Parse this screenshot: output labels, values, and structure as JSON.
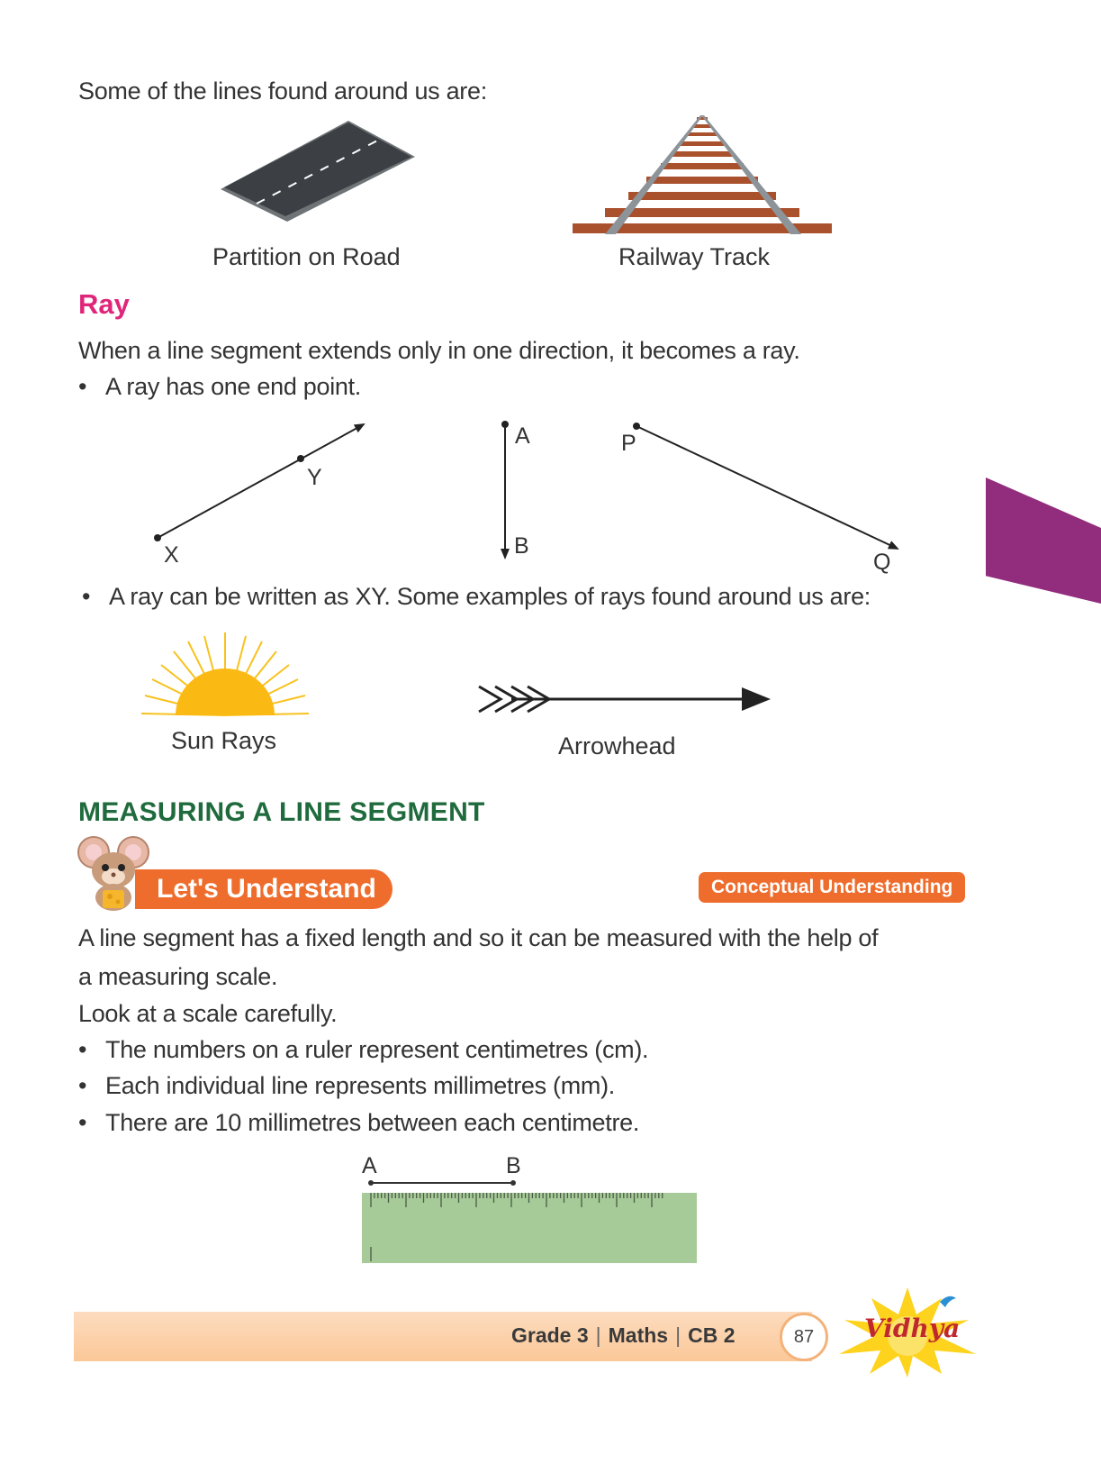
{
  "intro": "Some of the lines found around us are:",
  "figures_top": [
    {
      "caption": "Partition on Road",
      "icon": "road-icon"
    },
    {
      "caption": "Railway Track",
      "icon": "railway-track-icon"
    }
  ],
  "ray": {
    "heading": "Ray",
    "definition": "When a line segment extends only in one direction, it becomes a ray.",
    "bullet1": "A ray has one end point.",
    "diagram_labels": {
      "x": "X",
      "y": "Y",
      "a": "A",
      "b": "B",
      "p": "P",
      "q": "Q"
    },
    "bullet2": "A ray can be written as XY. Some examples of rays found around us are:",
    "examples": [
      {
        "caption": "Sun Rays",
        "icon": "sun-rays-icon"
      },
      {
        "caption": "Arrowhead",
        "icon": "arrow-icon"
      }
    ]
  },
  "measuring": {
    "heading": "MEASURING A LINE SEGMENT",
    "lets_understand": "Let's Understand",
    "badge": "Conceptual Understanding",
    "para1": "A line segment has a fixed length and so it can be measured with the help of",
    "para1b": "a measuring scale.",
    "para2": "Look at a scale carefully.",
    "bullets": [
      "The numbers on a ruler represent centimetres (cm).",
      "Each individual line represents millimetres (mm).",
      "There are 10 millimetres between each centimetre."
    ],
    "ruler_labels": {
      "a": "A",
      "b": "B"
    }
  },
  "footer": {
    "grade": "Grade 3",
    "subject": "Maths",
    "book": "CB 2",
    "page": "87",
    "brand": "Vidhya"
  },
  "colors": {
    "ray_heading": "#e0267a",
    "section_heading": "#1f6b3d",
    "accent_orange": "#ee6d2d",
    "side_tab": "#922d7d",
    "ruler": "#a6cb98"
  }
}
